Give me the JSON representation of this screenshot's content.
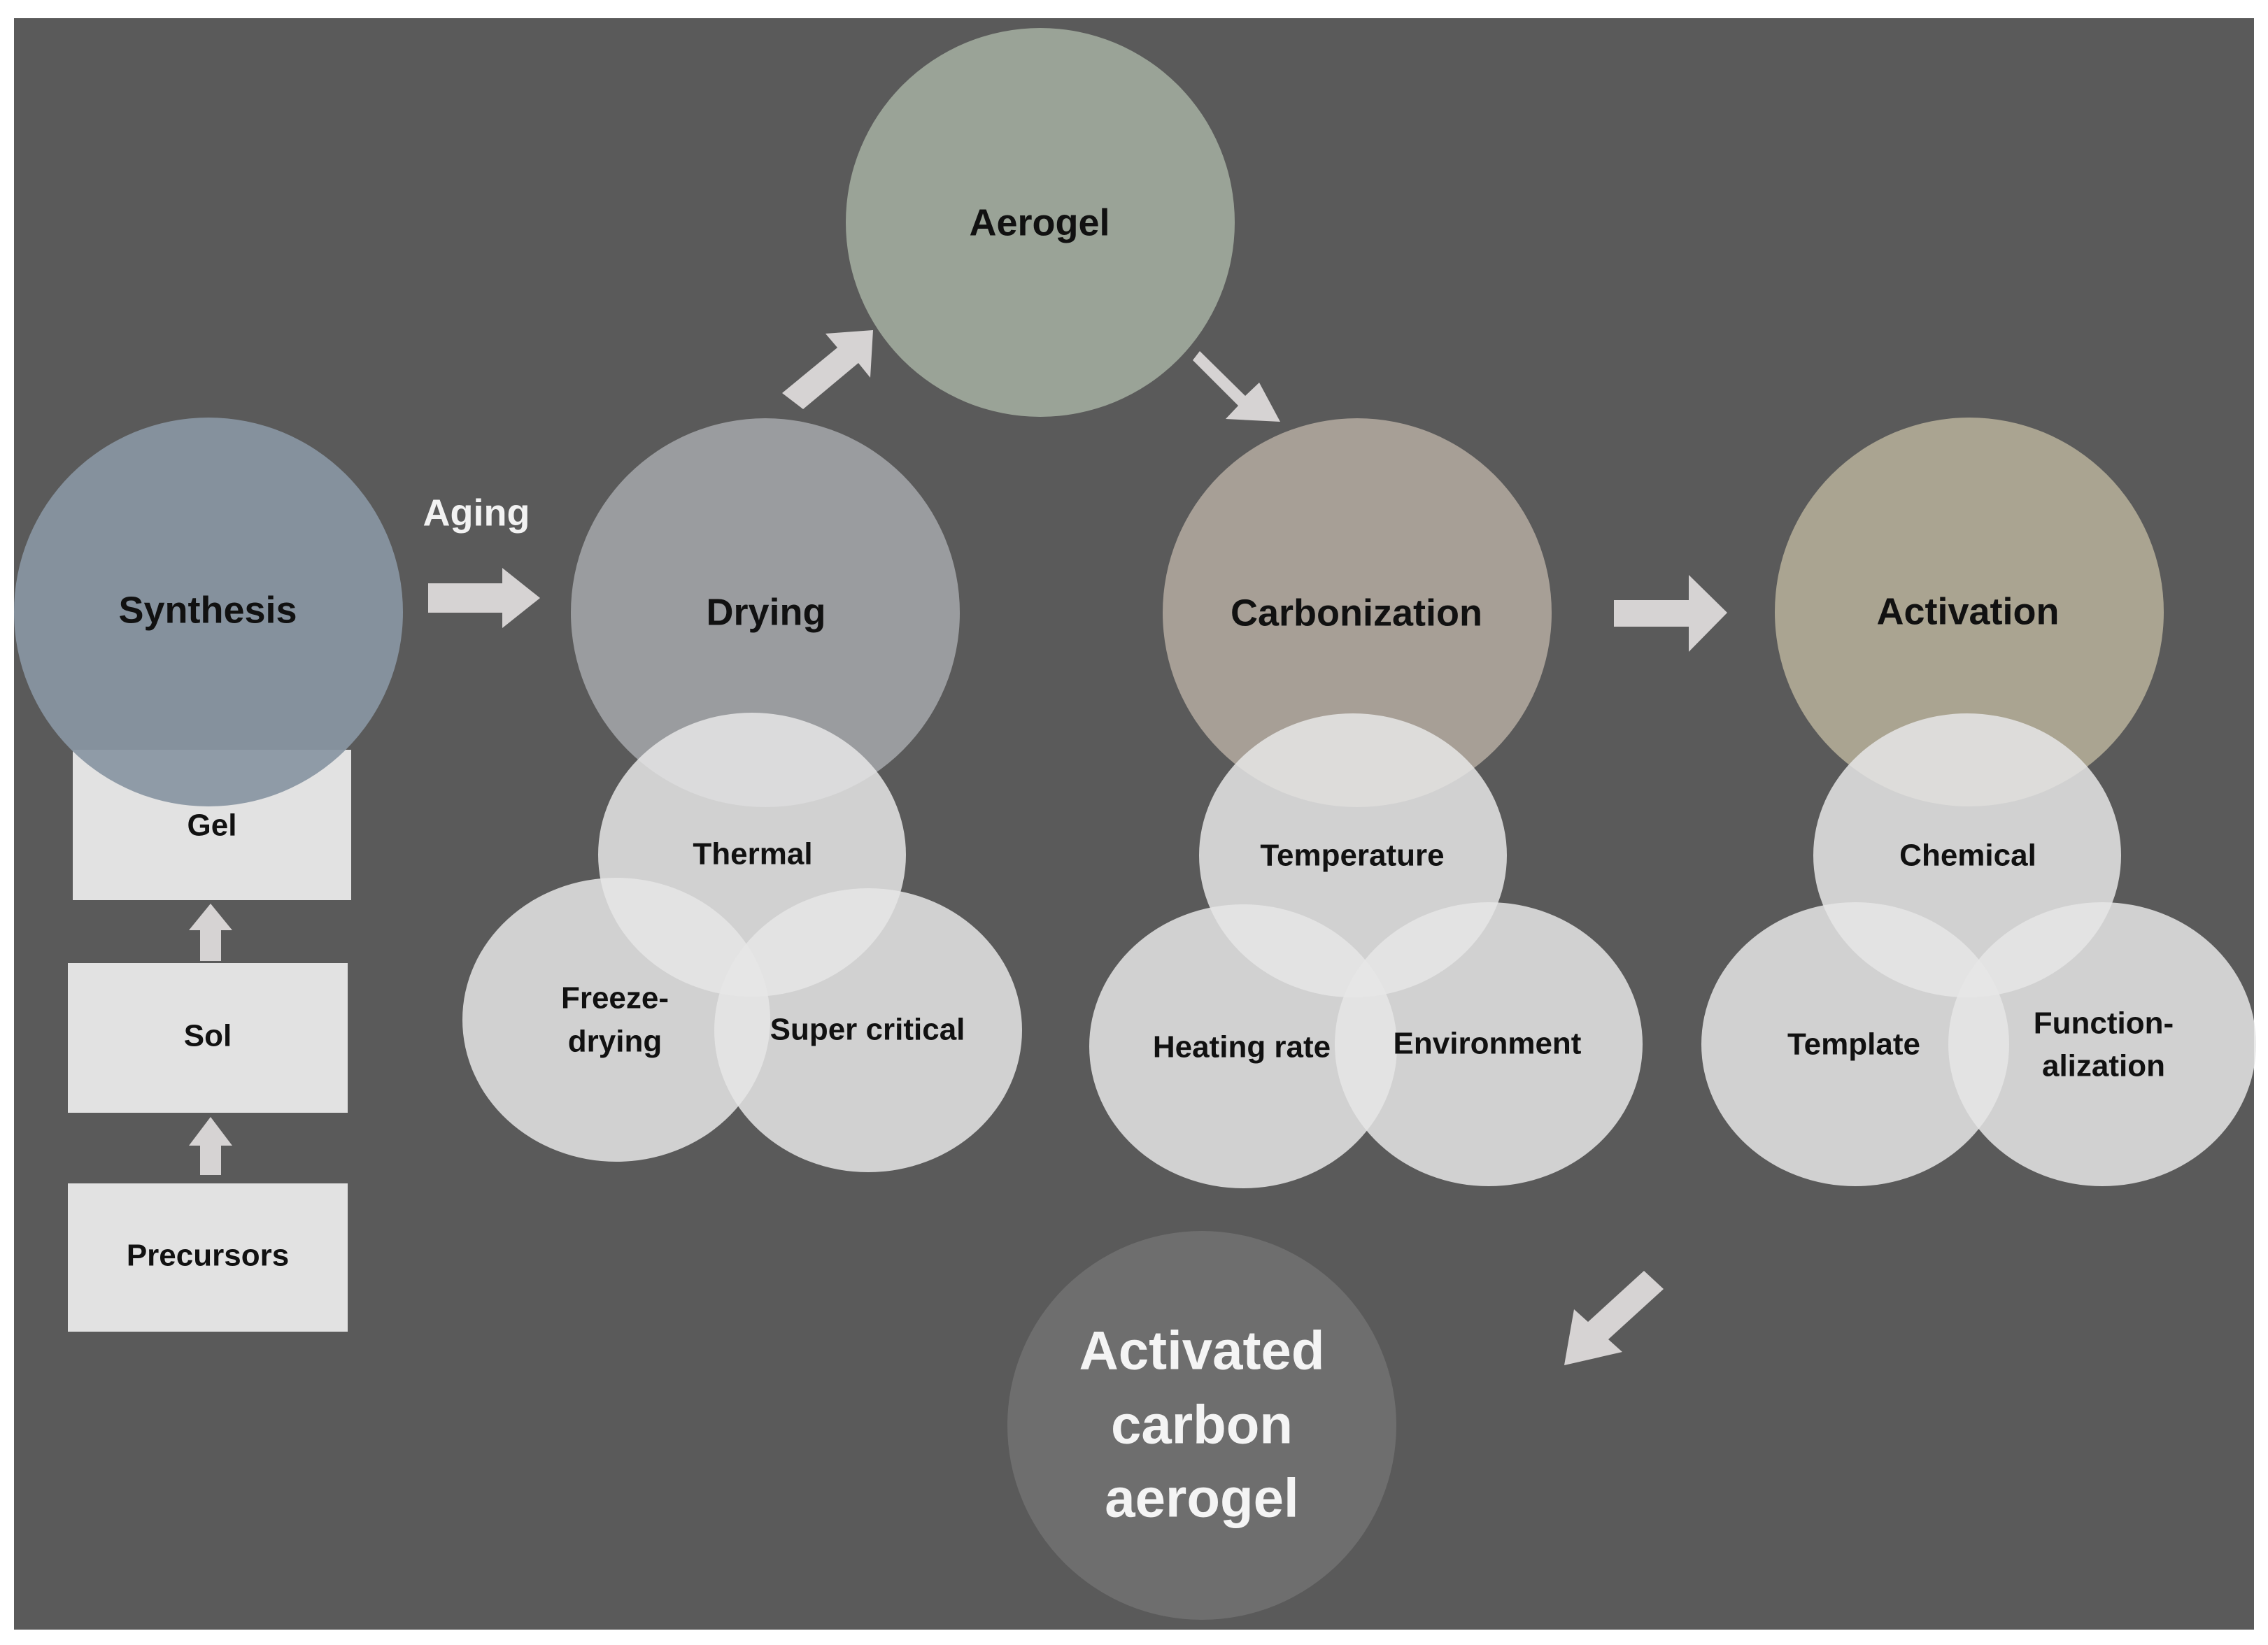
{
  "colors": {
    "background": "#5a5a5a",
    "synthesis": "#8996a3",
    "drying": "#9a9c9f",
    "aerogel": "#9aa397",
    "carbonization": "#a79f96",
    "activation": "#aaa491",
    "sub_circle": "#e6e6e6",
    "box": "#e2e2e2",
    "arrow": "#d6d3d3",
    "result": "#6e6e6e"
  },
  "stages": {
    "synthesis": "Synthesis",
    "drying": "Drying",
    "aerogel": "Aerogel",
    "carbonization": "Carbonization",
    "activation": "Activation"
  },
  "aging_label": "Aging",
  "synthesis_steps": {
    "gel": "Gel",
    "sol": "Sol",
    "precursors": "Precursors"
  },
  "drying_methods": {
    "thermal": "Thermal",
    "freeze_line1": "Freeze-",
    "freeze_line2": "drying",
    "supercritical": "Super critical"
  },
  "carbonization_factors": {
    "temperature": "Temperature",
    "heating_rate": "Heating rate",
    "environment": "Environment"
  },
  "activation_methods": {
    "chemical": "Chemical",
    "template": "Template",
    "functionalization_line1": "Function-",
    "functionalization_line2": "alization"
  },
  "result": {
    "line1": "Activated",
    "line2": "carbon",
    "line3": "aerogel"
  }
}
